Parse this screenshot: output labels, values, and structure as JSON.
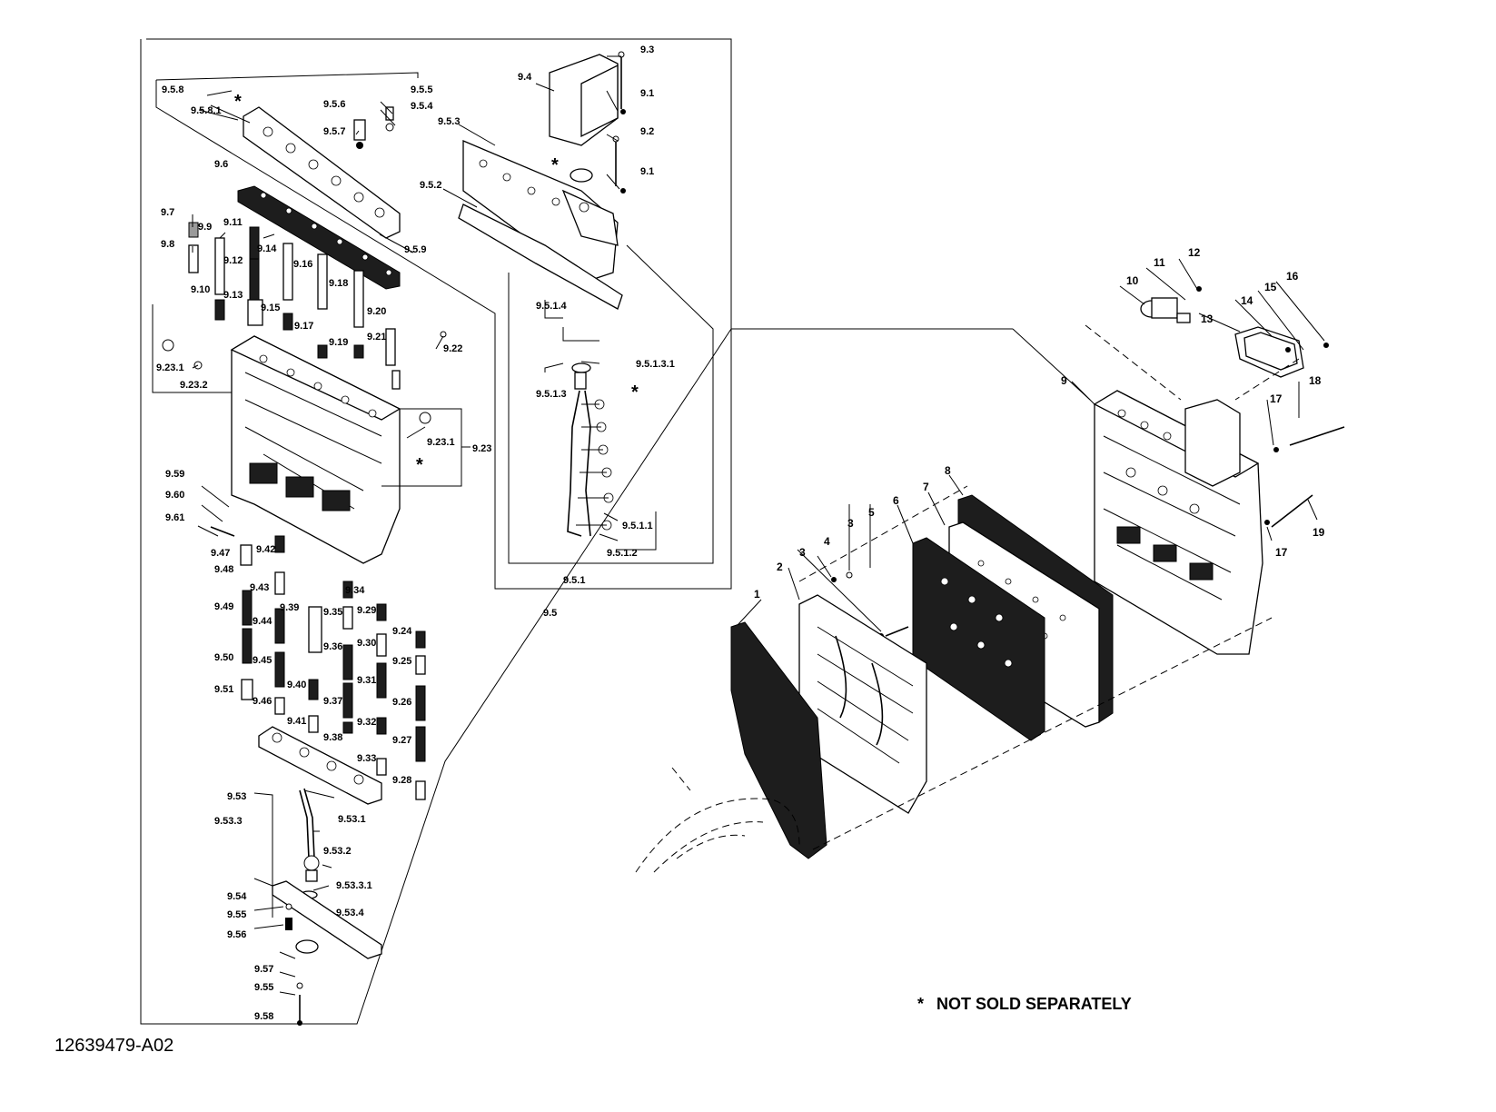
{
  "diagram": {
    "id": "12639479-A02",
    "note_marker": "*",
    "note_text": "NOT SOLD SEPARATELY",
    "callouts": {
      "c_9_3": "9.3",
      "c_9_4": "9.4",
      "c_9_1a": "9.1",
      "c_9_2": "9.2",
      "c_9_1b": "9.1",
      "c_9_5_3": "9.5.3",
      "c_9_5_8": "9.5.8",
      "c_9_5_8_1": "9.5.8.1",
      "c_9_5_6": "9.5.6",
      "c_9_5_5": "9.5.5",
      "c_9_5_4": "9.5.4",
      "c_9_5_7": "9.5.7",
      "c_9_6": "9.6",
      "c_9_5_2": "9.5.2",
      "c_9_5_9": "9.5.9",
      "c_9_7": "9.7",
      "c_9_9": "9.9",
      "c_9_11": "9.11",
      "c_9_8": "9.8",
      "c_9_12": "9.12",
      "c_9_14": "9.14",
      "c_9_16": "9.16",
      "c_9_18": "9.18",
      "c_9_10": "9.10",
      "c_9_13": "9.13",
      "c_9_15": "9.15",
      "c_9_17": "9.17",
      "c_9_19": "9.19",
      "c_9_20": "9.20",
      "c_9_21": "9.21",
      "c_9_22": "9.22",
      "c_9_5_1_4": "9.5.1.4",
      "c_9_5_1_3_1": "9.5.1.3.1",
      "c_9_5_1_3": "9.5.1.3",
      "c_9_23_1a": "9.23.1",
      "c_9_23_2": "9.23.2",
      "c_9_23_1b": "9.23.1",
      "c_9_23": "9.23",
      "c_9_59": "9.59",
      "c_9_60": "9.60",
      "c_9_61": "9.61",
      "c_9_47": "9.47",
      "c_9_42": "9.42",
      "c_9_48": "9.48",
      "c_9_43": "9.43",
      "c_9_5_1_1": "9.5.1.1",
      "c_9_5_1_2": "9.5.1.2",
      "c_9_5_1": "9.5.1",
      "c_9_5": "9.5",
      "c_9_34": "9.34",
      "c_9_49": "9.49",
      "c_9_39": "9.39",
      "c_9_35": "9.35",
      "c_9_29": "9.29",
      "c_9_44": "9.44",
      "c_9_24": "9.24",
      "c_9_30": "9.30",
      "c_9_36": "9.36",
      "c_9_50": "9.50",
      "c_9_45": "9.45",
      "c_9_25": "9.25",
      "c_9_31": "9.31",
      "c_9_40": "9.40",
      "c_9_51": "9.51",
      "c_9_37": "9.37",
      "c_9_46": "9.46",
      "c_9_26": "9.26",
      "c_9_32": "9.32",
      "c_9_41": "9.41",
      "c_9_38": "9.38",
      "c_9_27": "9.27",
      "c_9_33": "9.33",
      "c_9_28": "9.28",
      "c_9_53": "9.53",
      "c_9_53_1": "9.53.1",
      "c_9_53_3": "9.53.3",
      "c_9_53_2": "9.53.2",
      "c_9_53_3_1": "9.53.3.1",
      "c_9_54": "9.54",
      "c_9_53_4": "9.53.4",
      "c_9_55a": "9.55",
      "c_9_56": "9.56",
      "c_9_57": "9.57",
      "c_9_55b": "9.55",
      "c_9_58": "9.58",
      "c_12": "12",
      "c_11": "11",
      "c_10": "10",
      "c_16": "16",
      "c_15": "15",
      "c_14": "14",
      "c_13": "13",
      "c_9": "9",
      "c_18": "18",
      "c_17a": "17",
      "c_17b": "17",
      "c_19": "19",
      "c_8": "8",
      "c_7": "7",
      "c_6": "6",
      "c_5": "5",
      "c_3a": "3",
      "c_3b": "3",
      "c_4": "4",
      "c_2": "2",
      "c_1": "1"
    }
  }
}
